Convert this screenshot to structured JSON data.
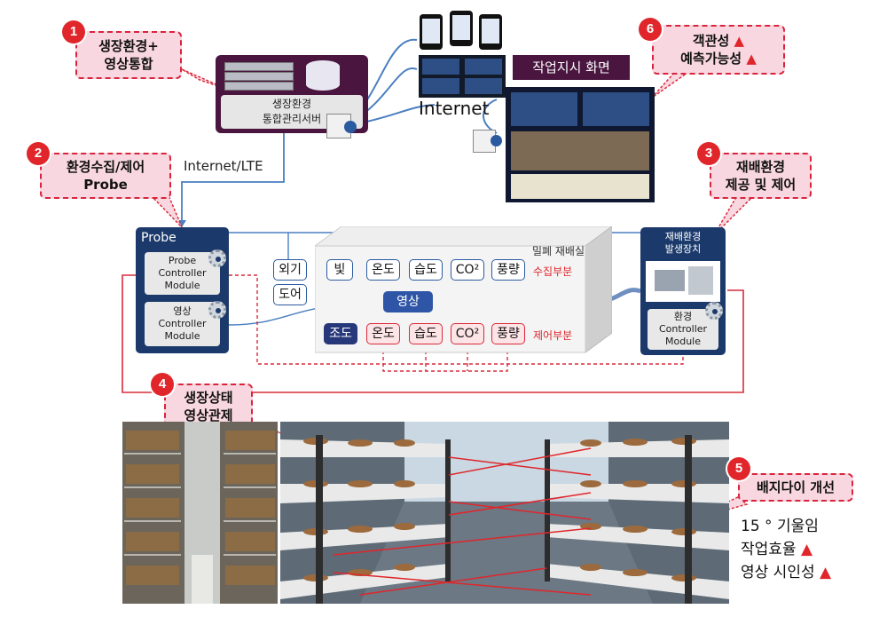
{
  "callouts": {
    "c1": {
      "num": "1",
      "line1": "생장환경+",
      "line2": "영상통합"
    },
    "c2": {
      "num": "2",
      "line1": "환경수집/제어",
      "line2": "Probe"
    },
    "c3": {
      "num": "3",
      "line1": "재배환경",
      "line2": "제공 및 제어"
    },
    "c4": {
      "num": "4",
      "line1": "생장상태",
      "line2": "영상관제"
    },
    "c5": {
      "num": "5",
      "line1": "배지다이 개선"
    },
    "c6": {
      "num": "6",
      "line1": "객관성",
      "line2": "예측가능성",
      "mark": "▲"
    }
  },
  "server": {
    "label1": "생장환경",
    "label2": "통합관리서버"
  },
  "network": {
    "internet": "Internet",
    "internet_lte": "Internet/LTE",
    "work_screen_title": "작업지시 화면"
  },
  "probe": {
    "title": "Probe",
    "controller": {
      "l1": "Probe",
      "l2": "Controller",
      "l3": "Module"
    },
    "video": {
      "l1": "영상",
      "l2": "Controller",
      "l3": "Module"
    }
  },
  "chamber": {
    "title": "밀폐 재배실",
    "outside": [
      "외기",
      "도어"
    ],
    "collect_items": [
      "빛",
      "온도",
      "습도",
      "CO²",
      "풍량"
    ],
    "collect_label": "수집부분",
    "video_item": "영상",
    "control_items": [
      "조도",
      "온도",
      "습도",
      "CO²",
      "풍량"
    ],
    "control_label": "제어부분"
  },
  "env_device": {
    "title1": "재배환경",
    "title2": "발생장치",
    "module": {
      "l1": "환경",
      "l2": "Controller",
      "l3": "Module"
    }
  },
  "improvements": {
    "line1": "15 ° 기울임",
    "line2": "작업효율",
    "line3": "영상 시인성",
    "mark": "▲"
  },
  "colors": {
    "accent_red": "#e0262b",
    "navy": "#1b3a6b",
    "callout_fill": "#f9d7e0",
    "line_blue": "#4a7fc1"
  }
}
